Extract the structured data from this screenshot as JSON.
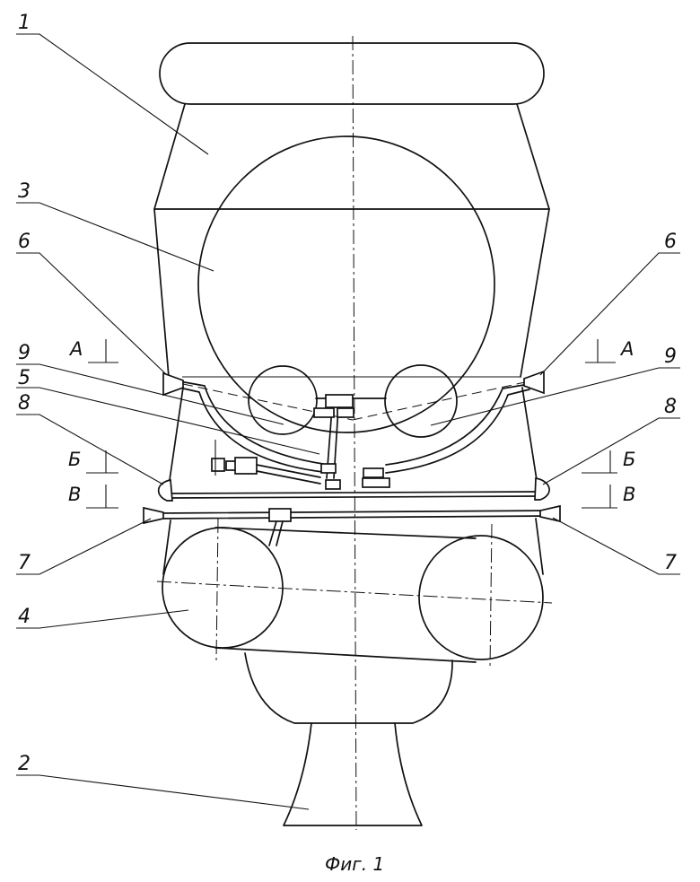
{
  "labels": {
    "l1": "1",
    "l2": "2",
    "l3": "3",
    "l4": "4",
    "l5": "5",
    "l6_left": "6",
    "l6_right": "6",
    "l7_left": "7",
    "l7_right": "7",
    "l8_left": "8",
    "l8_right": "8",
    "l9_left": "9",
    "l9_right": "9"
  },
  "sections": {
    "a_left": "А",
    "a_right": "А",
    "b_left": "Б",
    "b_right": "Б",
    "v_left": "В",
    "v_right": "В"
  },
  "caption": "Фиг. 1"
}
